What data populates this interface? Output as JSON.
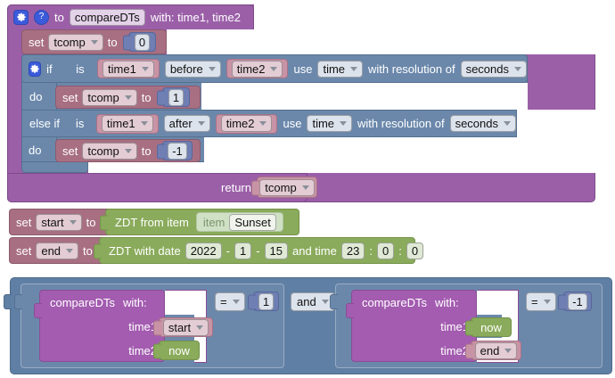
{
  "workspace": {
    "title": "Blockly workspace",
    "colors": {
      "procedure": "#9b5fa8",
      "procedure_call": "#a35cb0",
      "variable": "#a86f83",
      "logic": "#6b88ab",
      "number": "#6f7fb3",
      "datetime": "#8aab5b",
      "item": "#cfe0c4"
    }
  },
  "procedure_def": {
    "gear_icon": "gear-icon",
    "help_icon": "help-icon",
    "to_label": "to",
    "name": "compareDTs",
    "with_label": "with: time1, time2",
    "set_init": {
      "set_label": "set",
      "variable": "tcomp",
      "to_label": "to",
      "value": "0"
    },
    "if_block": {
      "gear_icon": "gear-icon",
      "if_label": "if",
      "else_if_label": "else if",
      "do_label": "do",
      "branches": [
        {
          "condition": {
            "is_label": "is",
            "left": "time1",
            "operator": "before",
            "right": "time2",
            "use_label": "use",
            "use_value": "time",
            "resolution_label": "with resolution of",
            "resolution_value": "seconds"
          },
          "body": {
            "set_label": "set",
            "variable": "tcomp",
            "to_label": "to",
            "value": "1"
          }
        },
        {
          "condition": {
            "is_label": "is",
            "left": "time1",
            "operator": "after",
            "right": "time2",
            "use_label": "use",
            "use_value": "time",
            "resolution_label": "with resolution of",
            "resolution_value": "seconds"
          },
          "body": {
            "set_label": "set",
            "variable": "tcomp",
            "to_label": "to",
            "value": "-1"
          }
        }
      ]
    },
    "return": {
      "return_label": "return",
      "value": "tcomp"
    }
  },
  "set_start": {
    "set_label": "set",
    "variable": "start",
    "to_label": "to",
    "value_block": {
      "label": "ZDT from item",
      "item_label": "item",
      "item_name": "Sunset"
    }
  },
  "set_end": {
    "set_label": "set",
    "variable": "end",
    "to_label": "to",
    "value_block": {
      "label": "ZDT with date",
      "year": "2022",
      "dash1": "-",
      "month": "1",
      "dash2": "-",
      "day": "15",
      "and_time_label": "and time",
      "hour": "23",
      "colon1": ":",
      "minute": "0",
      "colon2": ":",
      "second": "0"
    }
  },
  "condition_group": {
    "join_operator": "and",
    "comparisons": [
      {
        "call": {
          "name": "compareDTs",
          "with_label": "with:",
          "args": [
            {
              "label": "time1",
              "value": "start",
              "type": "variable"
            },
            {
              "label": "time2",
              "value": "now",
              "type": "datetime"
            }
          ]
        },
        "operator": "=",
        "value": "1"
      },
      {
        "call": {
          "name": "compareDTs",
          "with_label": "with:",
          "args": [
            {
              "label": "time1",
              "value": "now",
              "type": "datetime"
            },
            {
              "label": "time2",
              "value": "end",
              "type": "variable"
            }
          ]
        },
        "operator": "=",
        "value": "-1"
      }
    ]
  }
}
